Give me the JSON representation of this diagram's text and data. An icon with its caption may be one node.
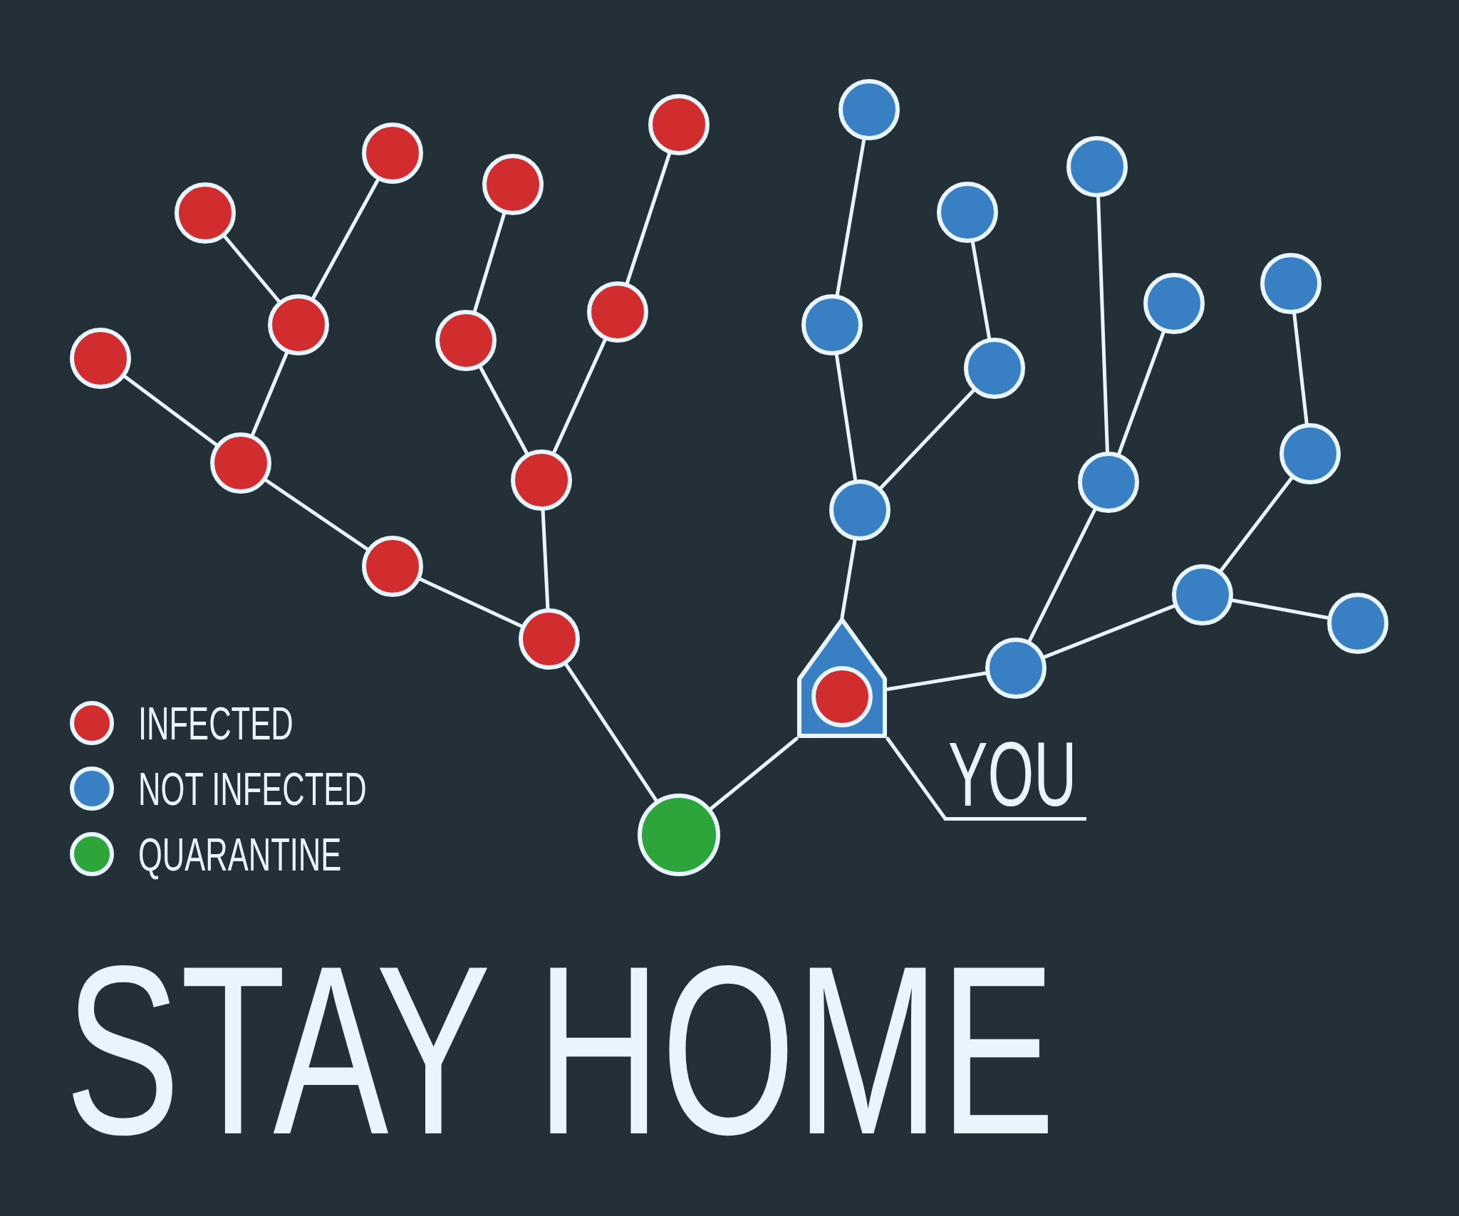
{
  "diagram": {
    "title": "STAY HOME",
    "nodes": [
      {
        "text": [],
        "shape": "circle"
      },
      {
        "text": [],
        "shape": "circle"
      },
      {
        "text": [],
        "shape": "circle"
      },
      {
        "text": [],
        "shape": "circle"
      },
      {
        "text": [],
        "shape": "circle"
      },
      {
        "text": [],
        "shape": "circle"
      },
      {
        "text": [],
        "shape": "circle"
      },
      {
        "text": [],
        "shape": "circle"
      },
      {
        "text": [],
        "shape": "circle"
      },
      {
        "text": [],
        "shape": "circle"
      },
      {
        "text": [],
        "shape": "circle"
      },
      {
        "text": [],
        "shape": "circle"
      },
      {
        "text": [],
        "shape": "circle"
      },
      {
        "text": [],
        "shape": "circle"
      },
      {
        "text": [],
        "shape": "circle"
      },
      {
        "text": [],
        "shape": "circle"
      },
      {
        "text": [],
        "shape": "circle"
      },
      {
        "text": [],
        "shape": "circle"
      },
      {
        "text": [],
        "shape": "circle"
      },
      {
        "text": [],
        "shape": "circle"
      },
      {
        "text": [],
        "shape": "circle"
      },
      {
        "text": [],
        "shape": "circle"
      },
      {
        "text": [],
        "shape": "circle"
      },
      {
        "text": [],
        "shape": "circle"
      },
      {
        "text": [],
        "shape": "circle"
      },
      {
        "text": [],
        "shape": "house"
      },
      {
        "text": [],
        "shape": "circle",
        "in": 25
      },
      {
        "text": [
          "YOU"
        ]
      },
      {
        "text": [],
        "shape": "circle"
      }
    ],
    "edges": [
      {
        "from": 28,
        "to": 23,
        "arrow": "none"
      },
      {
        "from": 23,
        "to": 20,
        "arrow": "none"
      },
      {
        "from": 20,
        "to": 16,
        "arrow": "none"
      },
      {
        "from": 16,
        "to": 10,
        "arrow": "none"
      },
      {
        "from": 10,
        "to": 6,
        "arrow": "none"
      },
      {
        "from": 10,
        "to": 2,
        "arrow": "none"
      },
      {
        "from": 16,
        "to": 13,
        "arrow": "none"
      },
      {
        "from": 23,
        "to": 17,
        "arrow": "none"
      },
      {
        "from": 17,
        "to": 12,
        "arrow": "none"
      },
      {
        "from": 12,
        "to": 4,
        "arrow": "none"
      },
      {
        "from": 17,
        "to": 9,
        "arrow": "none"
      },
      {
        "from": 9,
        "to": 1,
        "arrow": "none"
      },
      {
        "from": 28,
        "to": 25,
        "arrow": "none"
      },
      {
        "from": 25,
        "to": 19,
        "arrow": "none"
      },
      {
        "from": 19,
        "to": 11,
        "arrow": "none"
      },
      {
        "from": 11,
        "to": 0,
        "arrow": "none"
      },
      {
        "from": 19,
        "to": 14,
        "arrow": "none"
      },
      {
        "from": 14,
        "to": 5,
        "arrow": "none"
      },
      {
        "from": 25,
        "to": 24,
        "arrow": "none"
      },
      {
        "from": 24,
        "to": 18,
        "arrow": "none"
      },
      {
        "from": 18,
        "to": 3,
        "arrow": "none"
      },
      {
        "from": 18,
        "to": 8,
        "arrow": "none"
      },
      {
        "from": 24,
        "to": 21,
        "arrow": "none"
      },
      {
        "from": 21,
        "to": 15,
        "arrow": "none"
      },
      {
        "from": 15,
        "to": 7,
        "arrow": "none"
      },
      {
        "from": 21,
        "to": 22,
        "arrow": "none"
      },
      {
        "from": 27,
        "to": 25,
        "arrow": "none"
      }
    ],
    "legend": [
      {
        "text": "INFECTED",
        "color": "#d12d2f"
      },
      {
        "text": "NOT INFECTED",
        "color": "#3880c3"
      },
      {
        "text": "QUARANTINE",
        "color": "#2ea53a"
      }
    ]
  }
}
